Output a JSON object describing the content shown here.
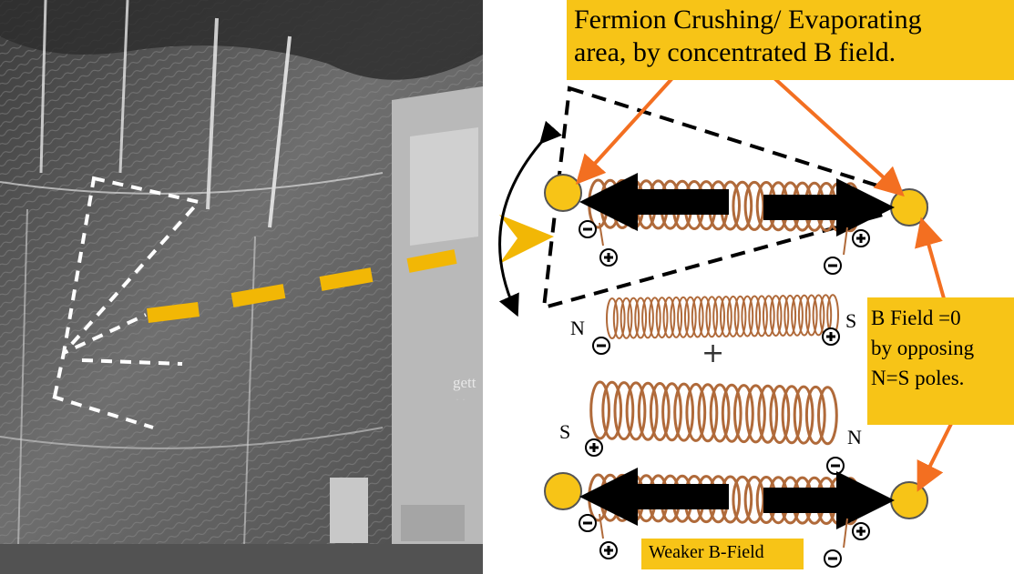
{
  "title_box": {
    "line1": "Fermion Crushing/ Evaporating",
    "line2": "area, by concentrated B field."
  },
  "side_box": {
    "line1": "B Field =0",
    "line2": "by opposing",
    "line3": "N=S poles."
  },
  "bottom_label": "Weaker B-Field",
  "pole_labels": {
    "top_coil_left": "N",
    "top_coil_right": "S",
    "bottom_coil_left": "S",
    "bottom_coil_right": "N"
  },
  "center_plus": "+",
  "watermark": "gett",
  "colors": {
    "label_fill": "#f7c417",
    "accent_orange": "#f36f21",
    "coil_copper": "#b06a3a",
    "yellow_dashes": "#f2b705",
    "photo_gray": "#6e6e6e"
  }
}
